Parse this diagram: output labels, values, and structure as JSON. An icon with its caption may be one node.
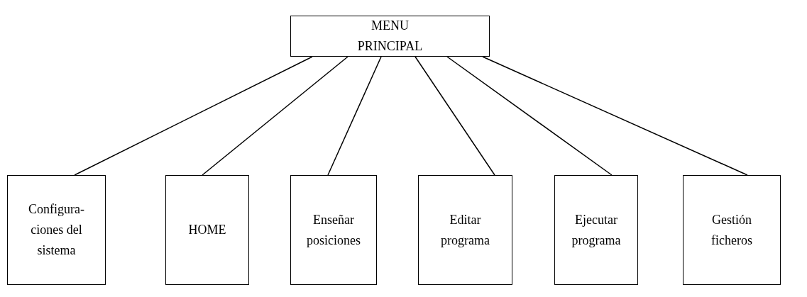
{
  "diagram": {
    "nodes": [
      {
        "text": [
          "MENU PRINCIPAL"
        ]
      },
      {
        "text": [
          "Configura- ciones del sistema"
        ]
      },
      {
        "text": [
          "HOME"
        ]
      },
      {
        "text": [
          "Enseñar posiciones"
        ]
      },
      {
        "text": [
          "Editar programa"
        ]
      },
      {
        "text": [
          "Ejecutar programa"
        ]
      },
      {
        "text": [
          "Gestión ficheros"
        ]
      }
    ],
    "edges": [
      {
        "from": 0,
        "to": 1,
        "arrow": "none"
      },
      {
        "from": 0,
        "to": 2,
        "arrow": "none"
      },
      {
        "from": 0,
        "to": 3,
        "arrow": "none"
      },
      {
        "from": 0,
        "to": 4,
        "arrow": "none"
      },
      {
        "from": 0,
        "to": 5,
        "arrow": "none"
      },
      {
        "from": 0,
        "to": 6,
        "arrow": "none"
      }
    ]
  }
}
